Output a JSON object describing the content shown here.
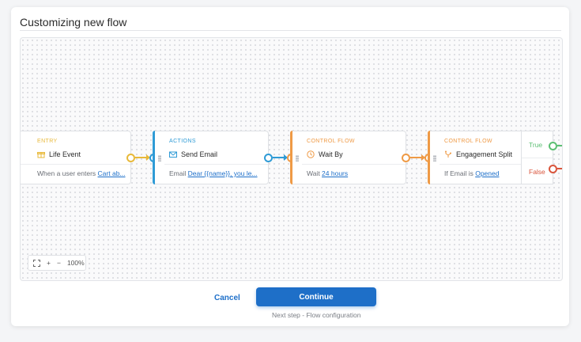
{
  "dialog": {
    "title": "Customizing new flow"
  },
  "nodes": [
    {
      "category": "ENTRY",
      "title": "Life Event",
      "sub_prefix": "When a user enters ",
      "sub_link": "Cart ab...",
      "icon": "gift-icon",
      "color": "#e8b93a"
    },
    {
      "category": "ACTIONS",
      "title": "Send Email",
      "sub_prefix": "Email ",
      "sub_link": "Dear {{name}}, you le...",
      "icon": "envelope-icon",
      "color": "#2f9bd6"
    },
    {
      "category": "CONTROL FLOW",
      "title": "Wait By",
      "sub_prefix": "Wait ",
      "sub_link": "24 hours",
      "icon": "clock-icon",
      "color": "#ef9a45"
    },
    {
      "category": "CONTROL FLOW",
      "title": "Engagement Split",
      "sub_prefix": "If Email is ",
      "sub_link": "Opened",
      "icon": "split-icon",
      "color": "#ef9a45"
    }
  ],
  "branches": {
    "true_label": "True",
    "false_label": "False",
    "true_color": "#5cbf73",
    "false_color": "#d9553c"
  },
  "zoom": {
    "level": "100%",
    "zoom_in": "+",
    "zoom_out": "−"
  },
  "footer": {
    "cancel_label": "Cancel",
    "continue_label": "Continue",
    "next_step": "Next step - Flow configuration"
  }
}
